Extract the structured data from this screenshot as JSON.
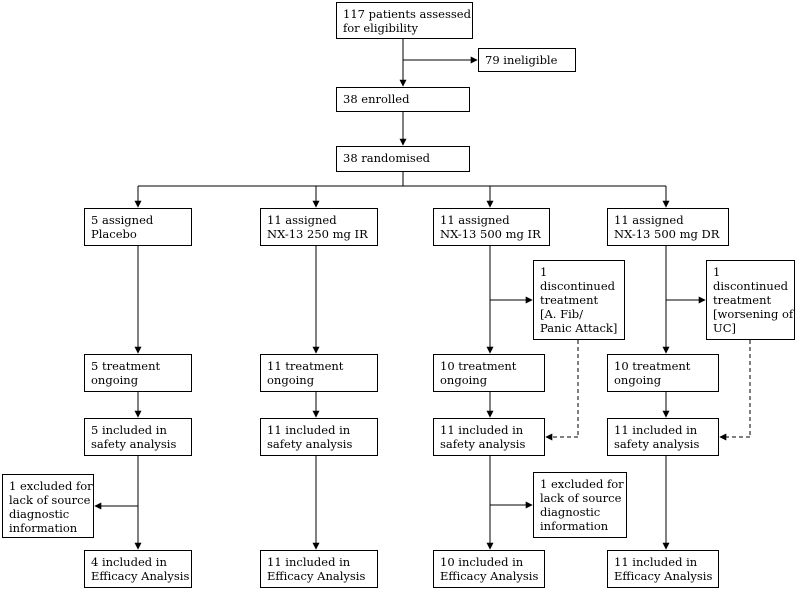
{
  "top": {
    "assessed": [
      "117 patients assessed",
      "for eligibility"
    ],
    "ineligible": [
      "79 ineligible"
    ],
    "enrolled": [
      "38 enrolled"
    ],
    "randomised": [
      "38 randomised"
    ]
  },
  "arms": [
    {
      "assigned": [
        "5 assigned",
        "Placebo"
      ],
      "ongoing": [
        "5 treatment",
        "ongoing"
      ],
      "safety": [
        "5 included in",
        "safety analysis"
      ],
      "excluded": [
        "1 excluded for",
        "lack of source",
        "diagnostic",
        "information"
      ],
      "efficacy": [
        "4 included in",
        "Efficacy Analysis"
      ]
    },
    {
      "assigned": [
        "11 assigned",
        "NX-13 250 mg IR"
      ],
      "ongoing": [
        "11 treatment",
        "ongoing"
      ],
      "safety": [
        "11 included in",
        "safety analysis"
      ],
      "efficacy": [
        "11 included in",
        "Efficacy Analysis"
      ]
    },
    {
      "assigned": [
        "11 assigned",
        "NX-13 500 mg IR"
      ],
      "discontinued": [
        "1",
        "discontinued",
        "treatment",
        "[A. Fib/",
        "Panic Attack]"
      ],
      "ongoing": [
        "10 treatment",
        "ongoing"
      ],
      "safety": [
        "11 included in",
        "safety analysis"
      ],
      "excluded": [
        "1 excluded for",
        "lack of source",
        "diagnostic",
        "information"
      ],
      "efficacy": [
        "10 included in",
        "Efficacy Analysis"
      ]
    },
    {
      "assigned": [
        "11 assigned",
        "NX-13 500 mg DR"
      ],
      "discontinued": [
        "1",
        "discontinued",
        "treatment",
        "[worsening of",
        "UC]"
      ],
      "ongoing": [
        "10 treatment",
        "ongoing"
      ],
      "safety": [
        "11 included in",
        "safety analysis"
      ],
      "efficacy": [
        "11 included in",
        "Efficacy Analysis"
      ]
    }
  ]
}
